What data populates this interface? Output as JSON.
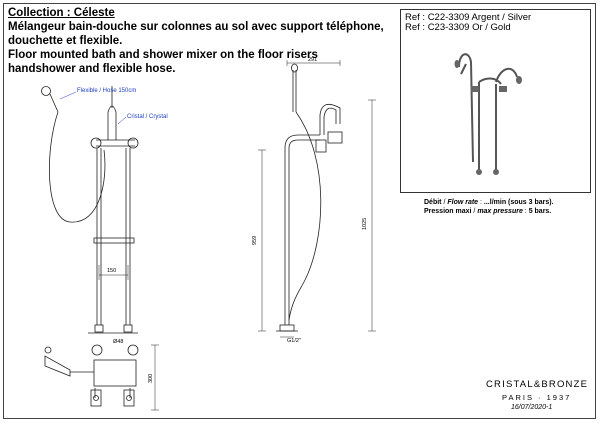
{
  "header": {
    "collection": "Collection : Céleste",
    "description_fr": "Mélangeur bain-douche sur colonnes au sol avec support téléphone, douchette et flexible.",
    "description_en": "Floor mounted bath and shower mixer on the floor risers handshower and flexible hose."
  },
  "references": [
    "Ref : C22-3309 Argent / Silver",
    "Ref : C23-3309 Or / Gold"
  ],
  "specs": {
    "flow_label_fr": "Débit",
    "flow_label_en": "Flow rate",
    "flow_value": "...l/min (sous 3 bars).",
    "pressure_label_fr": "Pression maxi",
    "pressure_label_en": "max pressure",
    "pressure_value": "5 bars."
  },
  "callouts": {
    "hose": "Flexible / Hose 150cm",
    "cristal": "Cristal / Crystal"
  },
  "dimensions": {
    "d150": "150",
    "d291": "291",
    "d959": "959",
    "d1025": "1025",
    "thread": "G1/2\"",
    "d300": "300",
    "d48": "Ø48"
  },
  "brand": {
    "name": "CRISTAL&BRONZE",
    "city": "PARIS · 1937",
    "date": "16/07/2020-1"
  }
}
